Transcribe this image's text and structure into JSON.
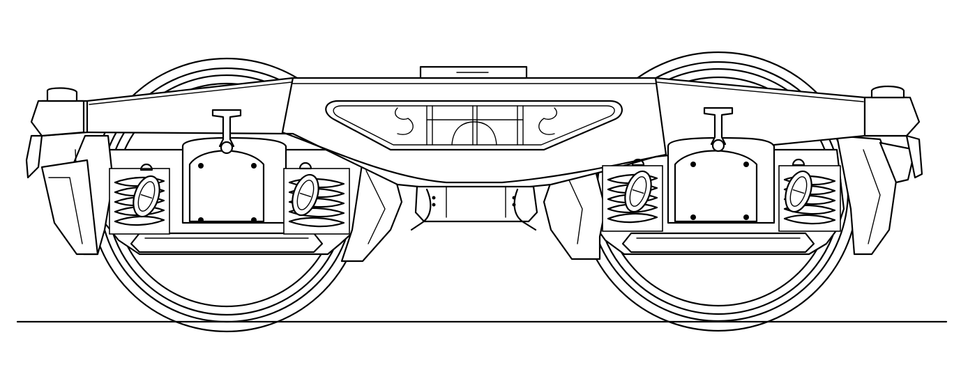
{
  "colors": {
    "background": "#ffffff",
    "line": "#000000"
  },
  "drawing": {
    "subject": "bogie",
    "view": "side",
    "wheelsets": 2
  }
}
